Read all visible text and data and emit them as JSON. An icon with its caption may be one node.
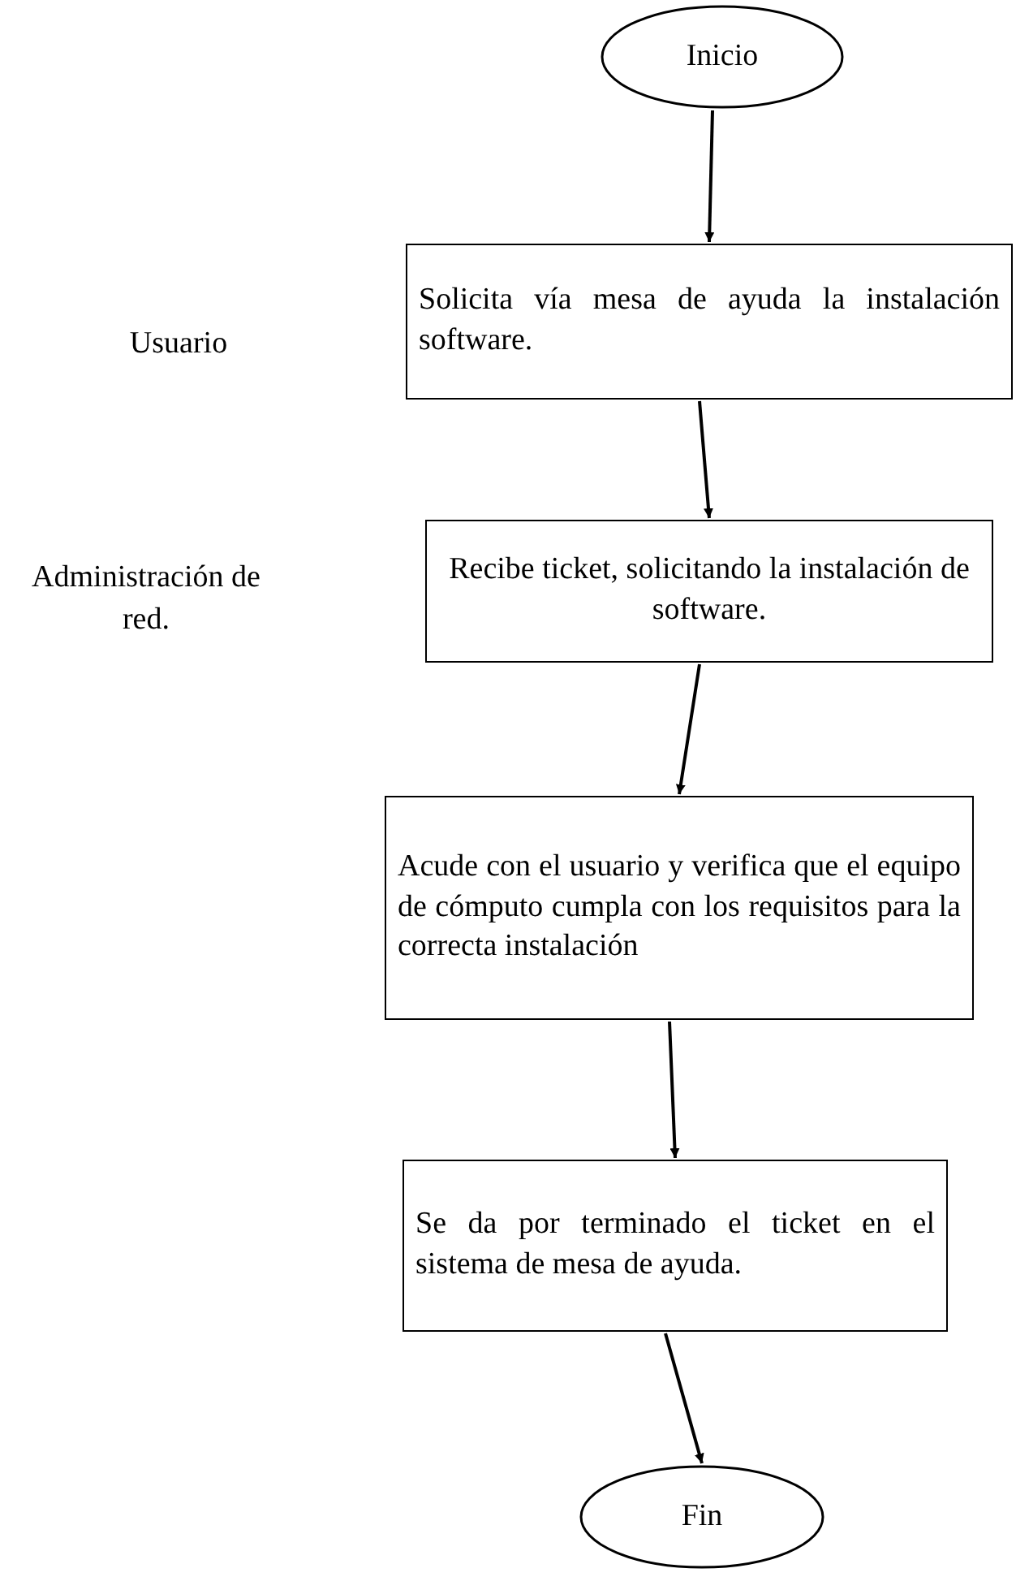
{
  "diagram": {
    "nodes": [
      {
        "text": [
          "Inicio"
        ]
      },
      {
        "text": [
          "Solicita vía mesa de ayuda la instalación software."
        ]
      },
      {
        "text": [
          "Recibe ticket, solicitando la instalación de software."
        ]
      },
      {
        "text": [
          "Acude con el usuario y verifica que el equipo de cómputo cumpla con los requisitos para la correcta instalación"
        ]
      },
      {
        "text": [
          "Se da por terminado el ticket en el sistema de mesa de ayuda."
        ]
      },
      {
        "text": [
          "Fin"
        ]
      }
    ],
    "edges": [
      {
        "from": 0,
        "to": 1,
        "arrow": "to"
      },
      {
        "from": 1,
        "to": 2,
        "arrow": "to"
      },
      {
        "from": 2,
        "to": 3,
        "arrow": "to"
      },
      {
        "from": 3,
        "to": 4,
        "arrow": "to"
      },
      {
        "from": 4,
        "to": 5,
        "arrow": "to"
      }
    ],
    "labels": [
      "Usuario",
      "Administración de red."
    ]
  }
}
